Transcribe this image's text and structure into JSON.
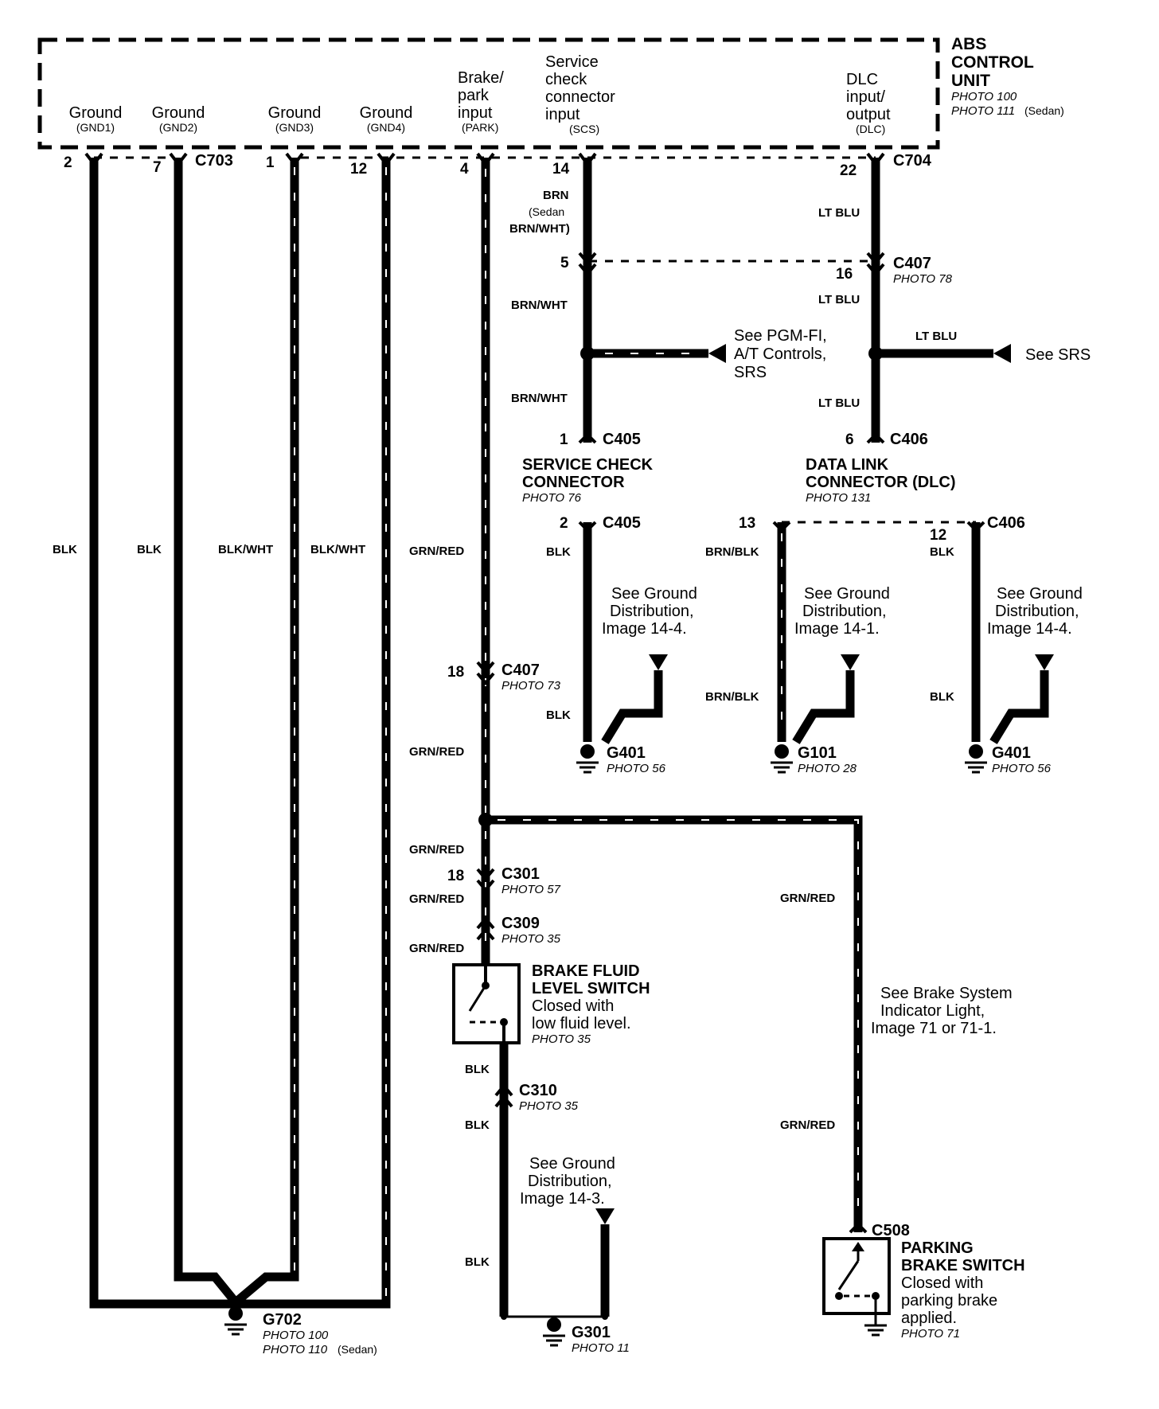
{
  "module": {
    "title_lines": [
      "ABS",
      "CONTROL",
      "UNIT"
    ],
    "photos": [
      "PHOTO 100",
      "PHOTO 111"
    ],
    "photo_suffix": "(Sedan)",
    "pins": [
      {
        "label": [
          "Ground"
        ],
        "code": "(GND1)"
      },
      {
        "label": [
          "Ground"
        ],
        "code": "(GND2)"
      },
      {
        "label": [
          "Ground"
        ],
        "code": "(GND3)"
      },
      {
        "label": [
          "Ground"
        ],
        "code": "(GND4)"
      },
      {
        "label": [
          "Brake/",
          "park",
          "input"
        ],
        "code": "(PARK)"
      },
      {
        "label": [
          "Service",
          "check",
          "connector",
          "input"
        ],
        "code": "(SCS)"
      },
      {
        "label": [
          "DLC",
          "input/",
          "output"
        ],
        "code": "(DLC)"
      }
    ]
  },
  "terminals": {
    "gnd1": "2",
    "gnd2": "7",
    "gnd3": "1",
    "gnd4": "12",
    "park": "4",
    "scs": "14",
    "dlc": "22",
    "c407_scs": "5",
    "c407_dlc": "16",
    "c407_park": "18",
    "c405_top": "1",
    "c406_top": "6",
    "c405_bot": "2",
    "c406_a": "13",
    "c406_b": "12",
    "c301": "18"
  },
  "connectors": {
    "c703": "C703",
    "c704": "C704",
    "c407": "C407",
    "c405": "C405",
    "c406": "C406",
    "c301": "C301",
    "c309": "C309",
    "c310": "C310",
    "c508": "C508"
  },
  "wire_colors": {
    "blk": "BLK",
    "blk_wht": "BLK/WHT",
    "grn_red": "GRN/RED",
    "brn": "BRN",
    "sedan": "(Sedan",
    "brn_wht_paren": "BRN/WHT)",
    "brn_wht": "BRN/WHT",
    "lt_blu": "LT BLU",
    "brn_blk": "BRN/BLK"
  },
  "photos": {
    "c407_top": "PHOTO 78",
    "service_check": "PHOTO 76",
    "dlc": "PHOTO 131",
    "c407_left": "PHOTO 73",
    "g401": "PHOTO 56",
    "g101": "PHOTO 28",
    "c301": "PHOTO 57",
    "c309": "PHOTO 35",
    "brake_fluid": "PHOTO 35",
    "c310": "PHOTO 35",
    "g702_a": "PHOTO 100",
    "g702_b": "PHOTO 110",
    "g702_b_suffix": "(Sedan)",
    "g301": "PHOTO 11",
    "parking": "PHOTO 71"
  },
  "grounds": {
    "g702": "G702",
    "g401": "G401",
    "g101": "G101",
    "g301": "G301"
  },
  "components": {
    "service_check": [
      "SERVICE CHECK",
      "CONNECTOR"
    ],
    "dlc": [
      "DATA LINK",
      "CONNECTOR (DLC)"
    ],
    "brake_fluid_title": [
      "BRAKE FLUID",
      "LEVEL SWITCH"
    ],
    "brake_fluid_desc": [
      "Closed with",
      "low fluid level."
    ],
    "parking_title": [
      "PARKING",
      "BRAKE SWITCH"
    ],
    "parking_desc": [
      "Closed with",
      "parking brake",
      "applied."
    ]
  },
  "references": {
    "pgm": [
      "See PGM-FI,",
      "A/T Controls,",
      "SRS"
    ],
    "srs": "See SRS",
    "ground_14_4": [
      "See Ground",
      "Distribution,",
      "Image 14-4."
    ],
    "ground_14_1": [
      "See Ground",
      "Distribution,",
      "Image 14-1."
    ],
    "ground_14_3": [
      "See Ground",
      "Distribution,",
      "Image 14-3."
    ],
    "brake_indicator": [
      "See Brake System",
      "Indicator Light,",
      "Image 71 or 71-1."
    ]
  }
}
